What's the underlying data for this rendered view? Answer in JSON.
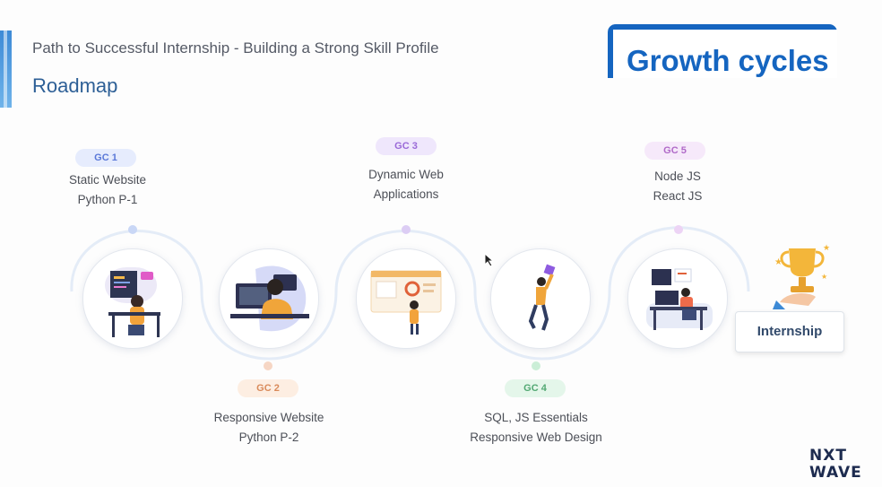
{
  "header": {
    "subtitle": "Path to Successful Internship - Building a Strong Skill Profile",
    "title": "Roadmap"
  },
  "overlay": {
    "label": "Growth cycles",
    "color": "#1565c0"
  },
  "cycles": [
    {
      "badge": "GC 1",
      "lines": [
        "Static Website",
        "Python P-1"
      ],
      "badge_bg": "#e6ecfd",
      "badge_fg": "#5a78d8",
      "illustration": "developer-at-laptop-icon"
    },
    {
      "badge": "GC 2",
      "lines": [
        "Responsive Website",
        "Python P-2"
      ],
      "badge_bg": "#fdeee2",
      "badge_fg": "#d98a5a",
      "illustration": "developer-at-monitor-icon"
    },
    {
      "badge": "GC 3",
      "lines": [
        "Dynamic Web",
        "Applications"
      ],
      "badge_bg": "#efe7fc",
      "badge_fg": "#9a6ad8",
      "illustration": "presenting-web-app-icon"
    },
    {
      "badge": "GC 4",
      "lines": [
        "SQL, JS Essentials",
        "Responsive Web Design"
      ],
      "badge_bg": "#e4f6ea",
      "badge_fg": "#52a873",
      "illustration": "celebrating-person-icon"
    },
    {
      "badge": "GC 5",
      "lines": [
        "Node JS",
        "React JS"
      ],
      "badge_bg": "#f6e9fa",
      "badge_fg": "#b06ac8",
      "illustration": "coding-at-desk-icon"
    }
  ],
  "goal": {
    "label": "Internship",
    "icon": "trophy-icon"
  },
  "logo": {
    "line1": "NXT",
    "line2": "WAVE"
  }
}
